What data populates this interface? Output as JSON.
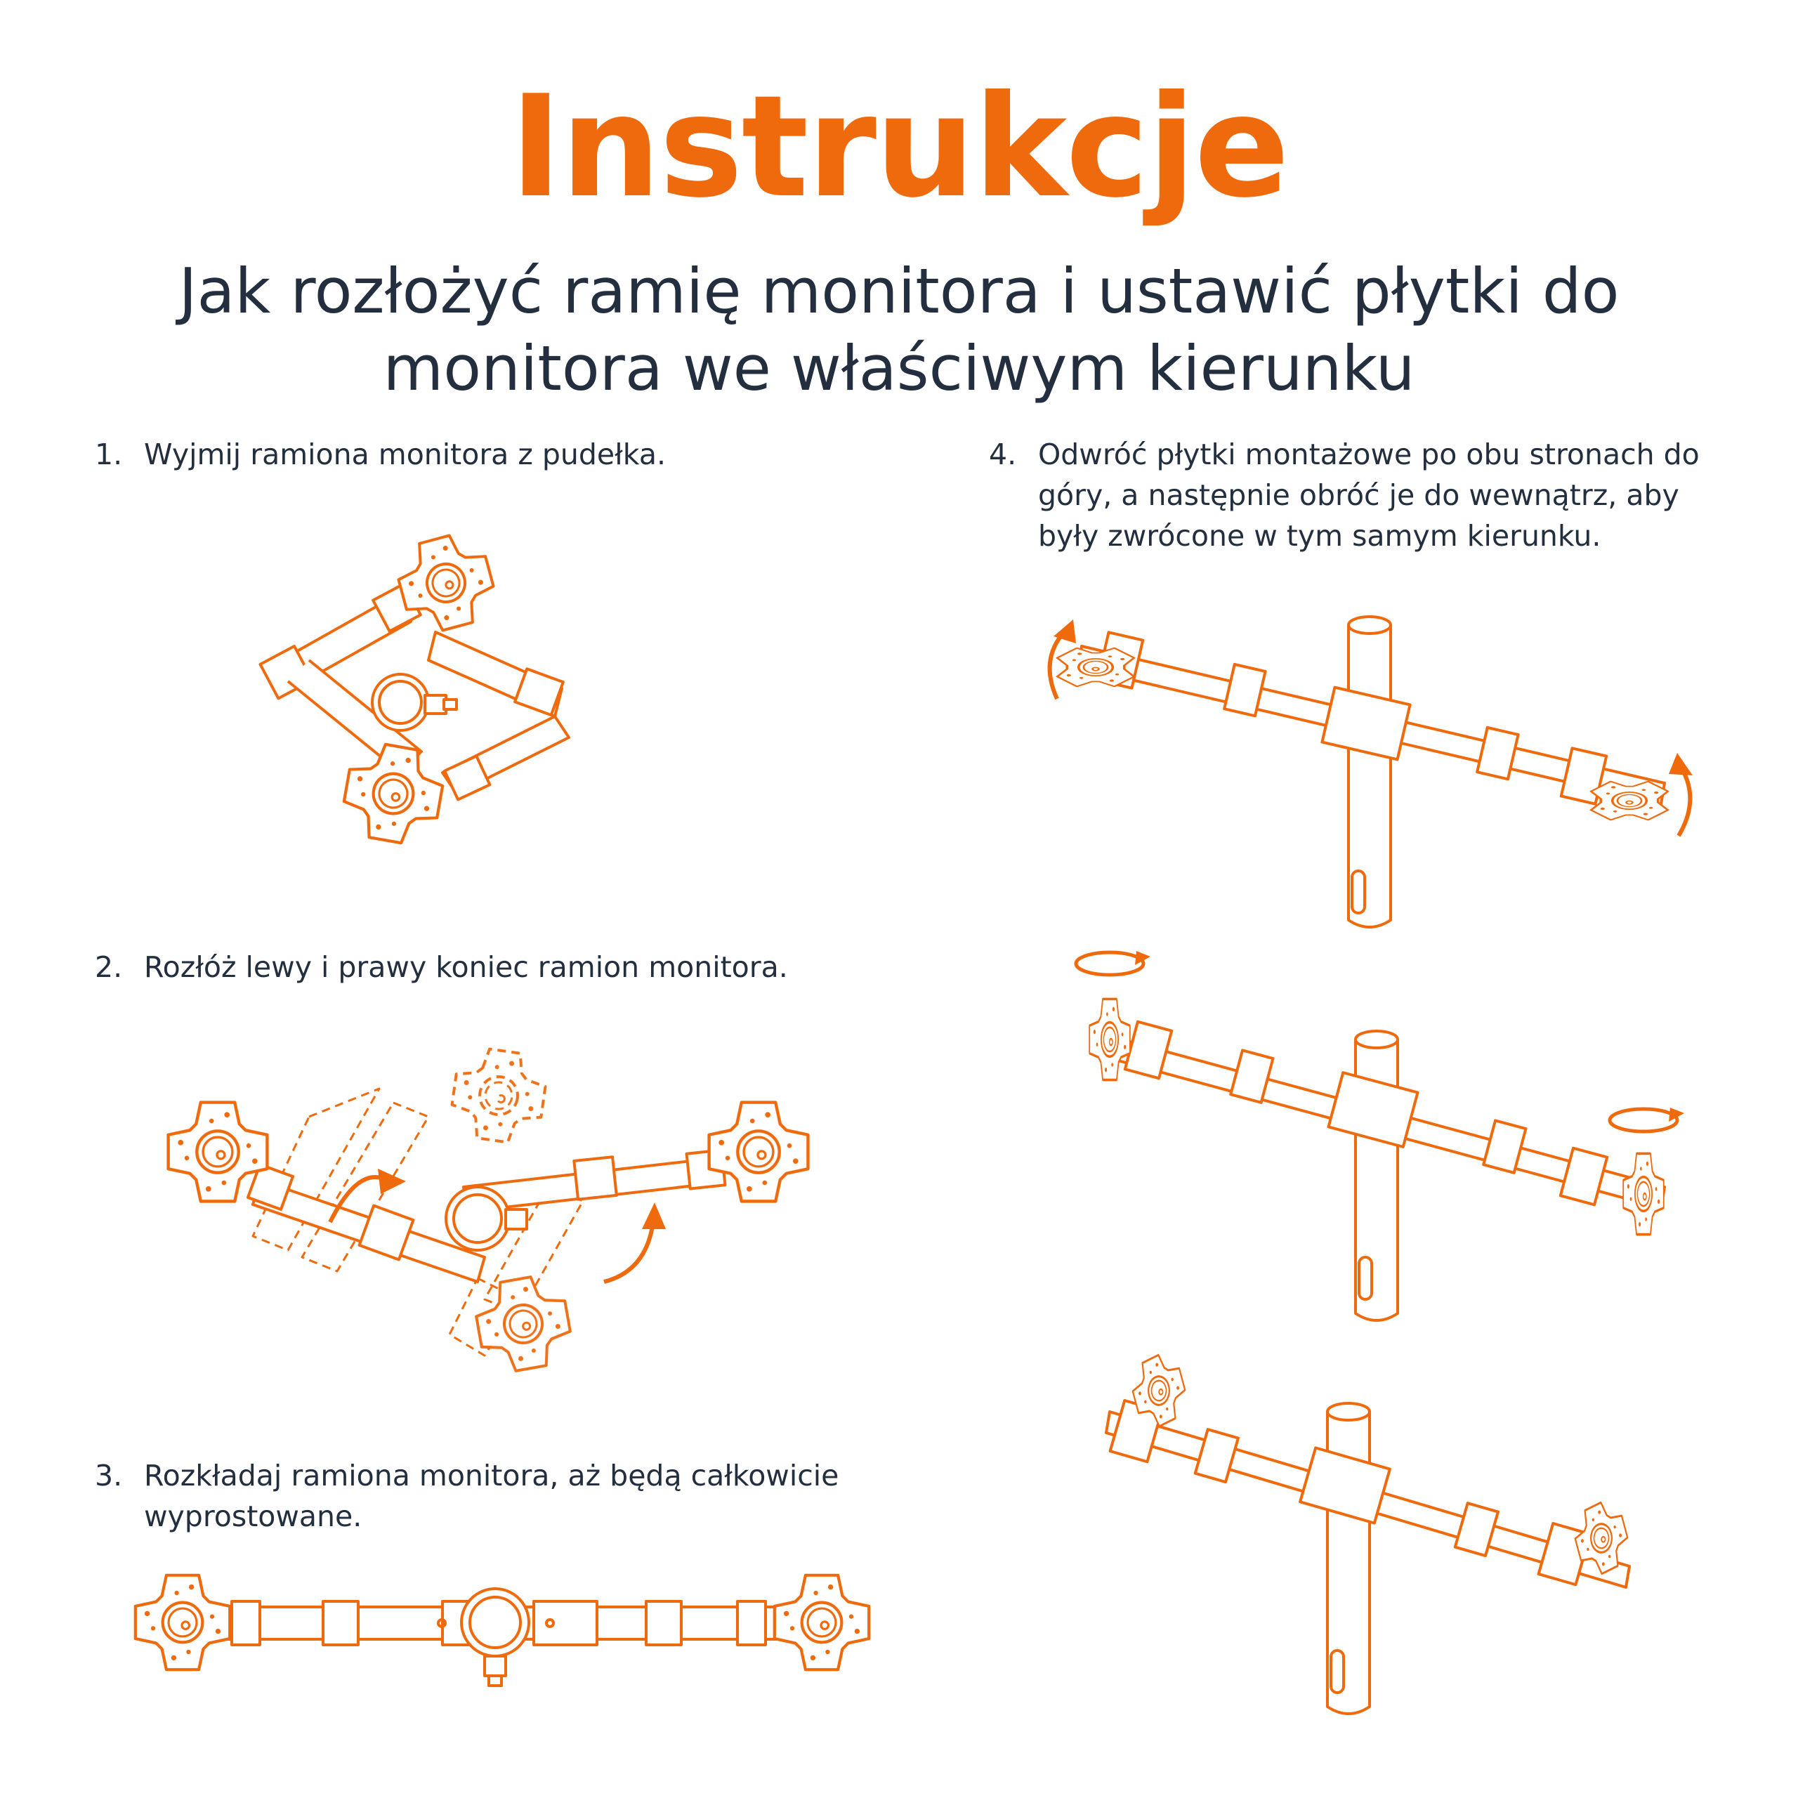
{
  "header": {
    "title": "Instrukcje",
    "subtitle_line1": "Jak rozłożyć ramię monitora i ustawić płytki do",
    "subtitle_line2": "monitora we właściwym kierunku"
  },
  "steps": [
    {
      "num": "1.",
      "text": "Wyjmij ramiona monitora z pudełka."
    },
    {
      "num": "2.",
      "text": "Rozłóż lewy i prawy koniec ramion monitora."
    },
    {
      "num": "3.",
      "text": "Rozkładaj ramiona monitora, aż będą całkowicie wyprostowane."
    },
    {
      "num": "4.",
      "text": "Odwróć płytki montażowe po obu stronach do góry, a następnie obróć je do wewnątrz, aby były zwrócone w tym samym kierunku."
    }
  ],
  "colors": {
    "accent": "#ef6a0d",
    "text": "#232f3e",
    "background": "#ffffff"
  }
}
